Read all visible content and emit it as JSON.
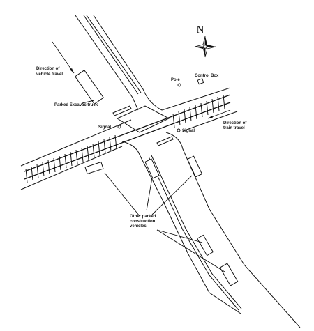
{
  "compass": {
    "letter": "N"
  },
  "labels": {
    "vehicle_travel": [
      "Direction of",
      "vehicle travel"
    ],
    "excavac": "Parked Excavac truck",
    "pole": "Pole",
    "control_box": "Control Box",
    "signal_left": "Signal",
    "signal_right": "Signal",
    "train_travel": [
      "Direction of",
      "train travel"
    ],
    "other_vehicles": [
      "Other parked",
      "construction",
      "vehicles"
    ]
  }
}
